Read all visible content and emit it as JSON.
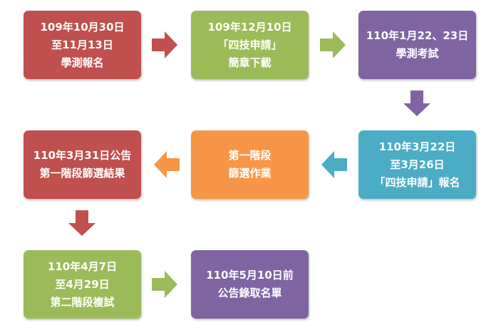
{
  "colors": {
    "red": "#c0504d",
    "green": "#9bbb59",
    "purple": "#8064a2",
    "teal": "#4bacc6",
    "orange": "#f79646"
  },
  "steps": {
    "s1": [
      "109年10月30日",
      "至11月13日",
      "學測報名"
    ],
    "s2": [
      "109年12月10日",
      "「四技申請」",
      "簡章下載"
    ],
    "s3": [
      "110年1月22、23日",
      "學測考試"
    ],
    "s4": [
      "110年3月22日",
      "至3月26日",
      "「四技申請」報名"
    ],
    "s5": [
      "第一階段",
      "篩選作業"
    ],
    "s6": [
      "110年3月31日公告",
      "第一階段篩選結果"
    ],
    "s7": [
      "110年4月7日",
      "至4月29日",
      "第二階段複試"
    ],
    "s8": [
      "110年5月10日前",
      "公告錄取名單"
    ]
  },
  "arrows": [
    {
      "from": "s1",
      "to": "s2",
      "direction": "right",
      "color": "#c0504d"
    },
    {
      "from": "s2",
      "to": "s3",
      "direction": "right",
      "color": "#9bbb59"
    },
    {
      "from": "s3",
      "to": "s4",
      "direction": "down",
      "color": "#8064a2"
    },
    {
      "from": "s4",
      "to": "s5",
      "direction": "left",
      "color": "#4bacc6"
    },
    {
      "from": "s5",
      "to": "s6",
      "direction": "left",
      "color": "#f79646"
    },
    {
      "from": "s6",
      "to": "s7",
      "direction": "down",
      "color": "#c0504d"
    },
    {
      "from": "s7",
      "to": "s8",
      "direction": "right",
      "color": "#9bbb59"
    }
  ]
}
